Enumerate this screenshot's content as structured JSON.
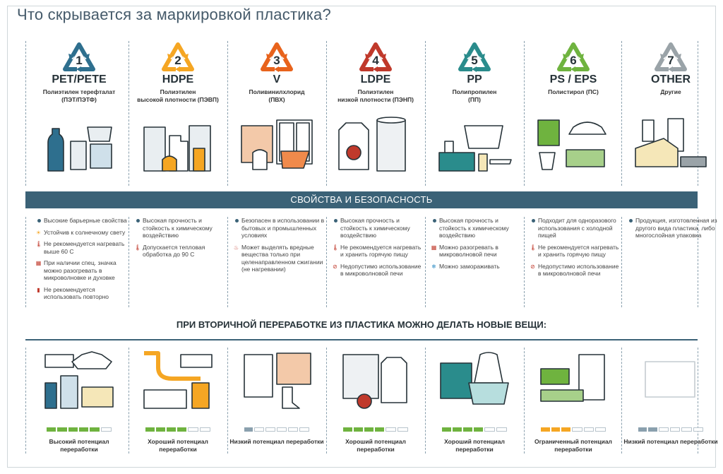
{
  "title": "Что скрывается за маркировкой пластика?",
  "section_properties": "СВОЙСТВА И БЕЗОПАСНОСТЬ",
  "section_recycling": "ПРИ ВТОРИЧНОЙ ПЕРЕРАБОТКЕ ИЗ ПЛАСТИКА МОЖНО ДЕЛАТЬ НОВЫЕ ВЕЩИ:",
  "plastics": [
    {
      "number": "1",
      "code": "PET/PETE",
      "name_line1": "Полиэтилен терефталат",
      "name_line2": "(ПЭТ/ПЭТФ)",
      "color": "#2e6f8e",
      "props": [
        {
          "icon": "dot",
          "text": "Высокие барьерные свойства"
        },
        {
          "icon": "sun",
          "text": "Устойчив к солнечному свету"
        },
        {
          "icon": "thermo",
          "text": "Не рекомендуется нагревать выше 60 С"
        },
        {
          "icon": "micro",
          "text": "При наличии спец. значка можно разогревать в микроволновке и духовке"
        },
        {
          "icon": "bin",
          "text": "Не рекомендуется использовать повторно"
        }
      ],
      "potential": "Высокий потенциал переработки",
      "level": 5
    },
    {
      "number": "2",
      "code": "HDPE",
      "name_line1": "Полиэтилен",
      "name_line2": "высокой плотности (ПЭВП)",
      "color": "#f5a623",
      "props": [
        {
          "icon": "dot",
          "text": "Высокая прочность и стойкость к химическому воздействию"
        },
        {
          "icon": "thermo",
          "text": "Допускается тепловая обработка до 90 С"
        }
      ],
      "potential": "Хороший потенциал переработки",
      "level": 4
    },
    {
      "number": "3",
      "code": "V",
      "name_line1": "Поливинилхлорид",
      "name_line2": "(ПВХ)",
      "color": "#e8631c",
      "props": [
        {
          "icon": "dot",
          "text": "Безопасен в использовании в бытовых и промышленных условиях"
        },
        {
          "icon": "fire",
          "text": "Может выделять вредные вещества только при целенаправленном сжигании (не нагревании)"
        }
      ],
      "potential": "Низкий потенциал переработки",
      "level": 1
    },
    {
      "number": "4",
      "code": "LDPE",
      "name_line1": "Полиэтилен",
      "name_line2": "низкой плотности (ПЭНП)",
      "color": "#c0392b",
      "props": [
        {
          "icon": "dot",
          "text": "Высокая прочность и стойкость к химическому воздействию"
        },
        {
          "icon": "thermo",
          "text": "Не рекомендуется нагревать и хранить горячую пищу"
        },
        {
          "icon": "nomicro",
          "text": "Недопустимо использование в микроволновой печи"
        }
      ],
      "potential": "Хороший потенциал переработки",
      "level": 4
    },
    {
      "number": "5",
      "code": "PP",
      "name_line1": "Полипропилен",
      "name_line2": "(ПП)",
      "color": "#2a8c8c",
      "props": [
        {
          "icon": "dot",
          "text": "Высокая прочность и стойкость к химическому воздействию"
        },
        {
          "icon": "micro",
          "text": "Можно разогревать в микроволновой печи"
        },
        {
          "icon": "snow",
          "text": "Можно замораживать"
        }
      ],
      "potential": "Хороший потенциал переработки",
      "level": 4
    },
    {
      "number": "6",
      "code": "PS / EPS",
      "name_line1": "Полистирол (ПС)",
      "name_line2": "",
      "color": "#6fb33f",
      "props": [
        {
          "icon": "dot",
          "text": "Подходит для одноразового использования с холодной пищей"
        },
        {
          "icon": "thermo",
          "text": "Не рекомендуется нагревать и хранить горячую пищу"
        },
        {
          "icon": "nomicro",
          "text": "Недопустимо использование в микроволновой печи"
        }
      ],
      "potential": "Ограниченный потенциал переработки",
      "level": 3
    },
    {
      "number": "7",
      "code": "OTHER",
      "name_line1": "Другие",
      "name_line2": "",
      "color": "#9aa3a8",
      "props": [
        {
          "icon": "dot",
          "text": "Продукция, изготовленная из другого вида пластика, либо многослойная упаковка"
        }
      ],
      "potential": "Низкий потенциал переработки",
      "level": 2
    }
  ]
}
